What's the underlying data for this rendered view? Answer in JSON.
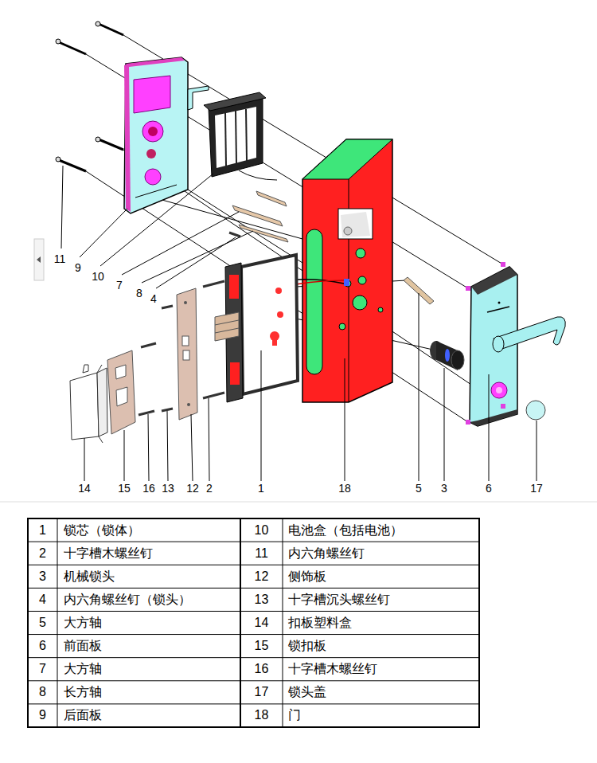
{
  "diagram": {
    "labels": [
      "11",
      "9",
      "10",
      "7",
      "8",
      "4",
      "14",
      "15",
      "16",
      "13",
      "12",
      "2",
      "1",
      "18",
      "5",
      "3",
      "6",
      "17",
      "1",
      "锁芯（锁体）",
      "10",
      "电池盒（包括电池）",
      "2",
      "十字槽木螺丝钉",
      "11",
      "内六角螺丝钉",
      "3",
      "机械锁头",
      "12",
      "侧饰板",
      "4",
      "内六角螺丝钉（锁头）",
      "13",
      "十字槽沉头螺丝钉",
      "5",
      "大方轴",
      "14",
      "扣板塑料盒",
      "6",
      "前面板",
      "15",
      "锁扣板",
      "7",
      "大方轴",
      "16",
      "十字槽木螺丝钉",
      "8",
      "长方轴",
      "17",
      "锁头盖",
      "9",
      "后面板",
      "18",
      "门"
    ]
  }
}
